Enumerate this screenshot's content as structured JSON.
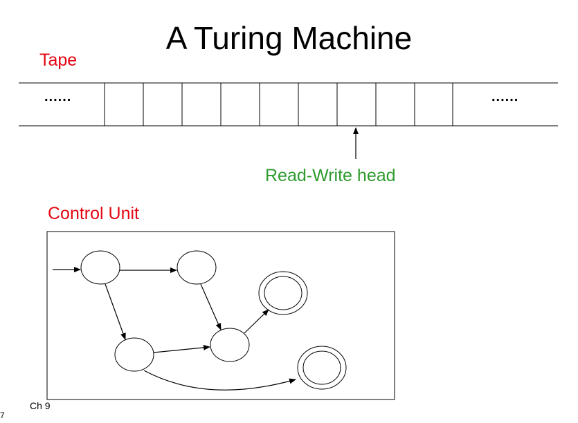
{
  "slide": {
    "title": "A Turing Machine",
    "tape_label": "Tape",
    "head_label": "Read-Write head",
    "control_label": "Control Unit",
    "dots_left": "......",
    "dots_right": "......",
    "footer_chapter": "Ch 9",
    "footer_page": "7"
  },
  "colors": {
    "red_label": "#e30613",
    "green_label": "#2e9b2e",
    "line": "#000000"
  }
}
